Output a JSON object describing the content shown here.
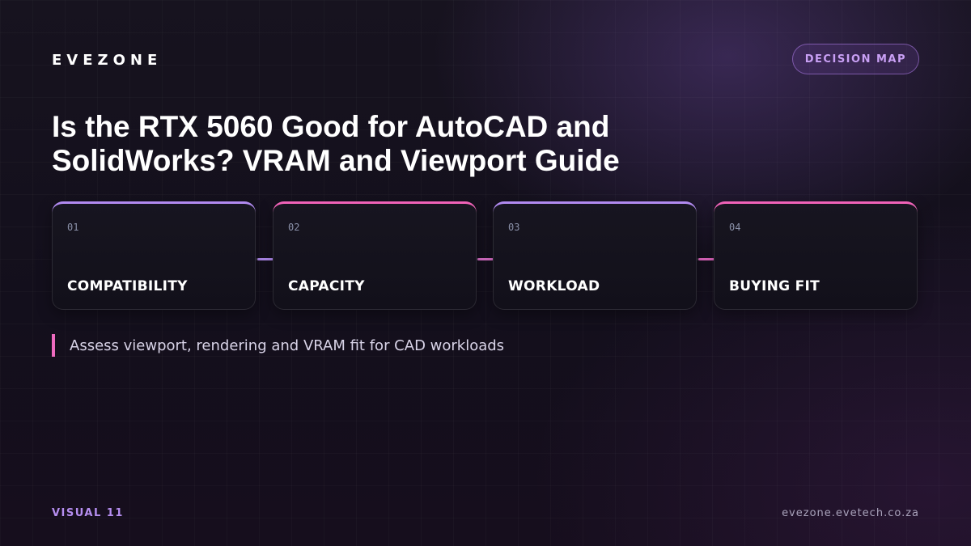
{
  "brand": "EVEZONE",
  "badge": "DECISION MAP",
  "title": {
    "line1": "Is the RTX 5060 Good for AutoCAD and",
    "line2": "SolidWorks? VRAM and Viewport Guide"
  },
  "steps": [
    {
      "number": "01",
      "label": "COMPATIBILITY",
      "accent": "#b18af0"
    },
    {
      "number": "02",
      "label": "CAPACITY",
      "accent": "#f062b8"
    },
    {
      "number": "03",
      "label": "WORKLOAD",
      "accent": "#b18af0"
    },
    {
      "number": "04",
      "label": "BUYING FIT",
      "accent": "#f062b8"
    }
  ],
  "subtitle": "Assess viewport, rendering and VRAM fit for CAD workloads",
  "footer": {
    "left": "VISUAL 11",
    "right": "evezone.evetech.co.za"
  },
  "colors": {
    "purple_accent": "#b18af0",
    "pink_accent": "#f062b8",
    "background": "#120d1b"
  }
}
